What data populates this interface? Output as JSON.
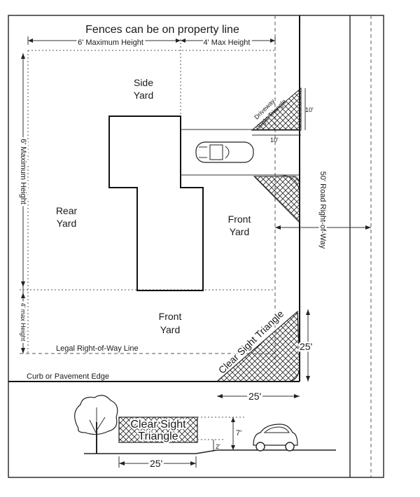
{
  "header": {
    "title": "Fences can be on property line"
  },
  "dimensions": {
    "rear_max": "6' Maximum Height",
    "front_max": "4' Max Height",
    "side_max": "6' Maximum Height",
    "front_max_left": "4' max Height",
    "road_row": "50' Road Right-of-Way",
    "drive_10a": "10'",
    "drive_10b": "10'",
    "sight_25_v": "25'",
    "sight_25_h": "25'",
    "elev_25": "25'",
    "elev_7": "7'",
    "elev_2": "2'"
  },
  "yards": {
    "side": [
      "Side",
      "Yard"
    ],
    "rear": [
      "Rear",
      "Yard"
    ],
    "front_right": [
      "Front",
      "Yard"
    ],
    "front_bottom": [
      "Front",
      "Yard"
    ]
  },
  "lines": {
    "legal_row": "Legal Right-of-Way Line",
    "curb": "Curb or Pavement Edge"
  },
  "triangles": {
    "driveway": "Driveway Sight Triangle",
    "clear_main": "Clear Sight Triangle",
    "elev_box": [
      "Clear Sight",
      "Triangle"
    ]
  }
}
